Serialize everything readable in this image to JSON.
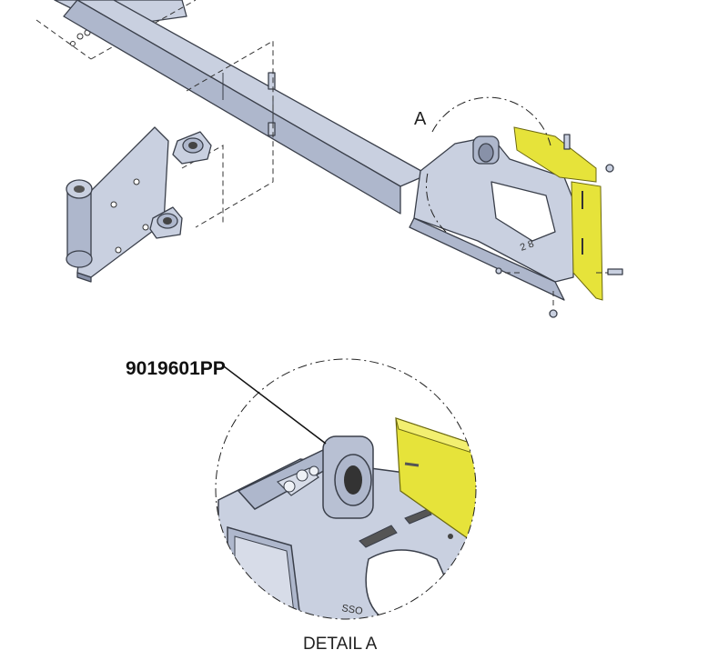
{
  "callouts": {
    "detail_letter": "A",
    "part_number": "9019601PP",
    "detail_caption": "DETAIL A",
    "stamp_overview": "2 8",
    "stamp_detail": "SSO"
  },
  "colors": {
    "steel_light": "#c9d0e0",
    "steel_mid": "#aeb7cc",
    "steel_dark": "#8891a8",
    "outline": "#3a3f4a",
    "highlight_yellow": "#e6e33a",
    "highlight_yellow_dark": "#b8b520"
  }
}
